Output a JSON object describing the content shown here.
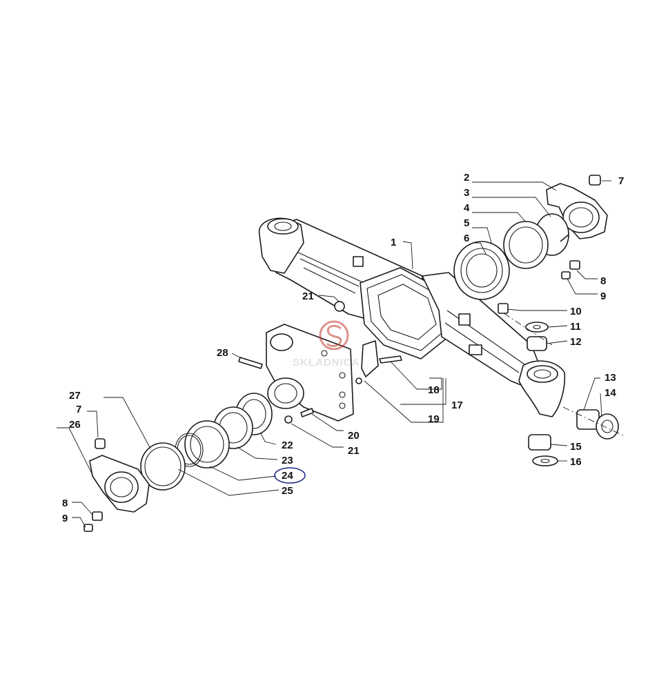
{
  "diagram": {
    "callouts": [
      "1",
      "2",
      "3",
      "4",
      "5",
      "6",
      "7",
      "8",
      "9",
      "10",
      "11",
      "12",
      "13",
      "14",
      "15",
      "16",
      "17",
      "18",
      "19",
      "20",
      "21",
      "21",
      "22",
      "23",
      "24",
      "25",
      "26",
      "27",
      "28",
      "7",
      "8",
      "9"
    ],
    "highlighted_callout": "24",
    "highlight_color": "#1a237e",
    "line_color": "#1a1a1a"
  },
  "watermark": {
    "text": "SKŁADNICA",
    "color": "#c0392b"
  }
}
